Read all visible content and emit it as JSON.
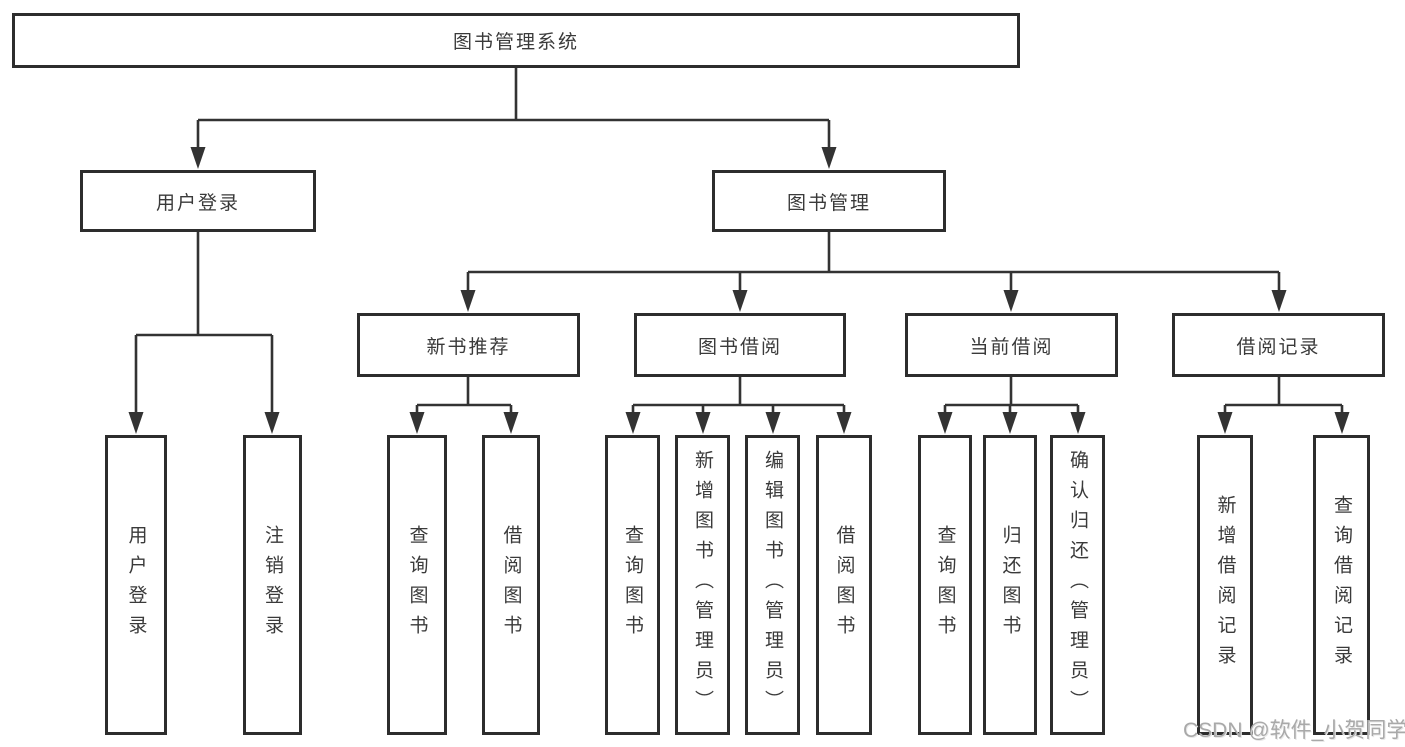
{
  "tree": {
    "label": "图书管理系统",
    "children": [
      {
        "label": "用户登录",
        "children": [
          {
            "label": "用户登录"
          },
          {
            "label": "注销登录"
          }
        ]
      },
      {
        "label": "图书管理",
        "children": [
          {
            "label": "新书推荐",
            "children": [
              {
                "label": "查询图书"
              },
              {
                "label": "借阅图书"
              }
            ]
          },
          {
            "label": "图书借阅",
            "children": [
              {
                "label": "查询图书"
              },
              {
                "label": "新增图书（管理员）"
              },
              {
                "label": "编辑图书（管理员）"
              },
              {
                "label": "借阅图书"
              }
            ]
          },
          {
            "label": "当前借阅",
            "children": [
              {
                "label": "查询图书"
              },
              {
                "label": "归还图书"
              },
              {
                "label": "确认归还（管理员）"
              }
            ]
          },
          {
            "label": "借阅记录",
            "children": [
              {
                "label": "新增借阅记录"
              },
              {
                "label": "查询借阅记录"
              }
            ]
          }
        ]
      }
    ]
  },
  "watermark": {
    "text": "CSDN @软件_小贺同学"
  },
  "colors": {
    "line": "#333333",
    "box_border": "#2d2d2d",
    "text": "#3a3a3a",
    "watermark": "#a9a9a9",
    "background": "#ffffff"
  }
}
